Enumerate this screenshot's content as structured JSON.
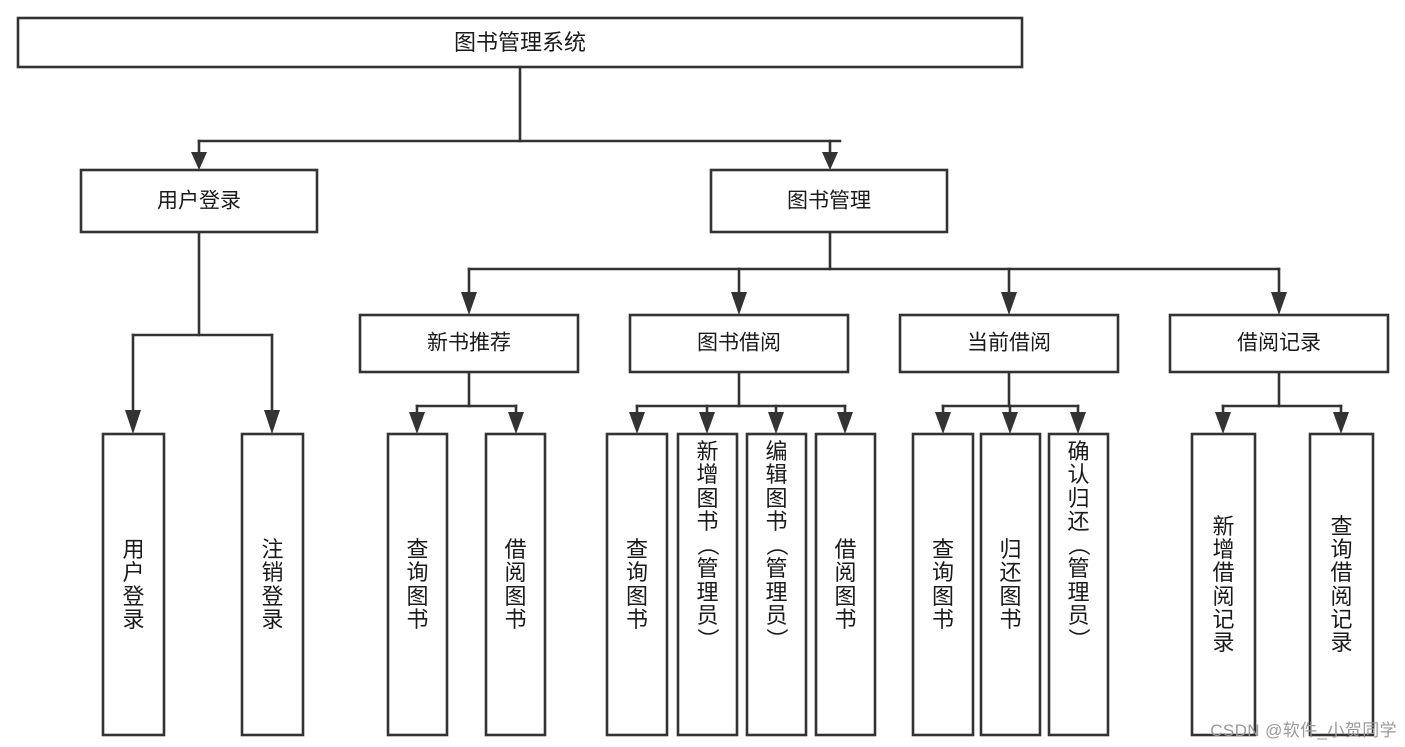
{
  "diagram": {
    "title": "图书管理系统",
    "watermark": "CSDN @软件_小贺同学",
    "type": "tree",
    "levels": {
      "root": {
        "label": "图书管理系统"
      },
      "level2": [
        {
          "label": "用户登录"
        },
        {
          "label": "图书管理"
        }
      ],
      "level3": [
        {
          "label": "新书推荐"
        },
        {
          "label": "图书借阅"
        },
        {
          "label": "当前借阅"
        },
        {
          "label": "借阅记录"
        }
      ]
    },
    "groups": [
      {
        "parent": "用户登录",
        "leaves": [
          {
            "label": "用户登录"
          },
          {
            "label": "注销登录"
          }
        ]
      },
      {
        "parent": "新书推荐",
        "leaves": [
          {
            "label": "查询图书"
          },
          {
            "label": "借阅图书"
          }
        ]
      },
      {
        "parent": "图书借阅",
        "leaves": [
          {
            "label": "查询图书"
          },
          {
            "label": "新增图书（管理员）"
          },
          {
            "label": "编辑图书（管理员）"
          },
          {
            "label": "借阅图书"
          }
        ]
      },
      {
        "parent": "当前借阅",
        "leaves": [
          {
            "label": "查询图书"
          },
          {
            "label": "归还图书"
          },
          {
            "label": "确认归还（管理员）"
          }
        ]
      },
      {
        "parent": "借阅记录",
        "leaves": [
          {
            "label": "新增借阅记录"
          },
          {
            "label": "查询借阅记录"
          }
        ]
      }
    ],
    "colors": {
      "box_stroke": "#333333",
      "box_fill": "#ffffff",
      "text": "#1a1a1a",
      "watermark": "#9a9a9a",
      "background": "#ffffff"
    },
    "edges": [
      {
        "from": "图书管理系统",
        "to": "用户登录"
      },
      {
        "from": "图书管理系统",
        "to": "图书管理"
      },
      {
        "from": "图书管理",
        "to": "新书推荐"
      },
      {
        "from": "图书管理",
        "to": "图书借阅"
      },
      {
        "from": "图书管理",
        "to": "当前借阅"
      },
      {
        "from": "图书管理",
        "to": "借阅记录"
      },
      {
        "from": "用户登录",
        "to": "用户登录(叶)"
      },
      {
        "from": "用户登录",
        "to": "注销登录"
      },
      {
        "from": "新书推荐",
        "to": "查询图书"
      },
      {
        "from": "新书推荐",
        "to": "借阅图书"
      },
      {
        "from": "图书借阅",
        "to": "查询图书"
      },
      {
        "from": "图书借阅",
        "to": "新增图书（管理员）"
      },
      {
        "from": "图书借阅",
        "to": "编辑图书（管理员）"
      },
      {
        "from": "图书借阅",
        "to": "借阅图书"
      },
      {
        "from": "当前借阅",
        "to": "查询图书"
      },
      {
        "from": "当前借阅",
        "to": "归还图书"
      },
      {
        "from": "当前借阅",
        "to": "确认归还（管理员）"
      },
      {
        "from": "借阅记录",
        "to": "新增借阅记录"
      },
      {
        "from": "借阅记录",
        "to": "查询借阅记录"
      }
    ]
  }
}
